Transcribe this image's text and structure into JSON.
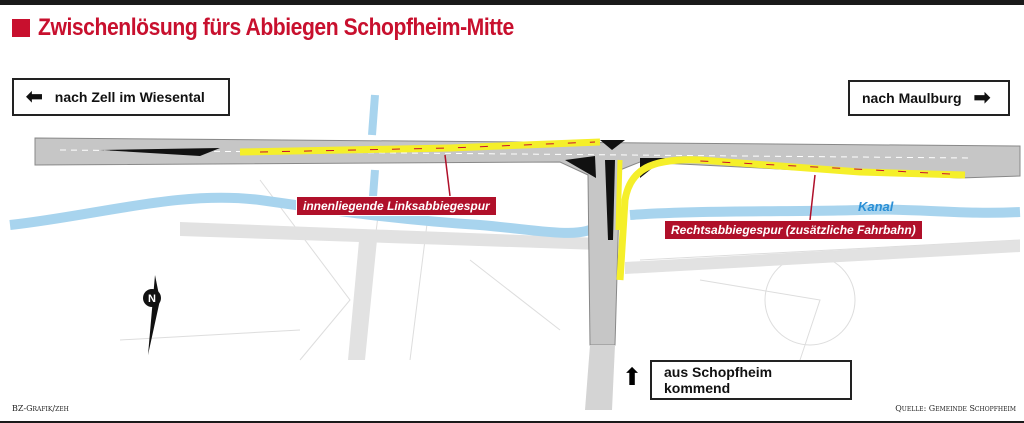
{
  "title": "Zwischenlösung fürs Abbiegen Schopfheim-Mitte",
  "signs": {
    "left": {
      "label": "nach Zell im Wiesental",
      "icon": "arrow-left-icon"
    },
    "right": {
      "label": "nach Maulburg",
      "icon": "arrow-right-icon"
    },
    "bottom": {
      "label": "aus Schopfheim kommend",
      "icon": "arrow-up-icon"
    }
  },
  "labels": {
    "left_lane": "innenliegende Linksabbiegespur",
    "right_lane": "Rechtsabbiegespur (zusätzliche Fahrbahn)",
    "canal": "Kanal",
    "north": "N"
  },
  "credits": {
    "left": "BZ-Grafik/zeh",
    "right": "Quelle: Gemeinde Schopfheim"
  },
  "colors": {
    "accent": "#c8102e",
    "lane_highlight": "#f5ef2a",
    "water": "#a8d4ee",
    "road": "#c8c8c8"
  }
}
